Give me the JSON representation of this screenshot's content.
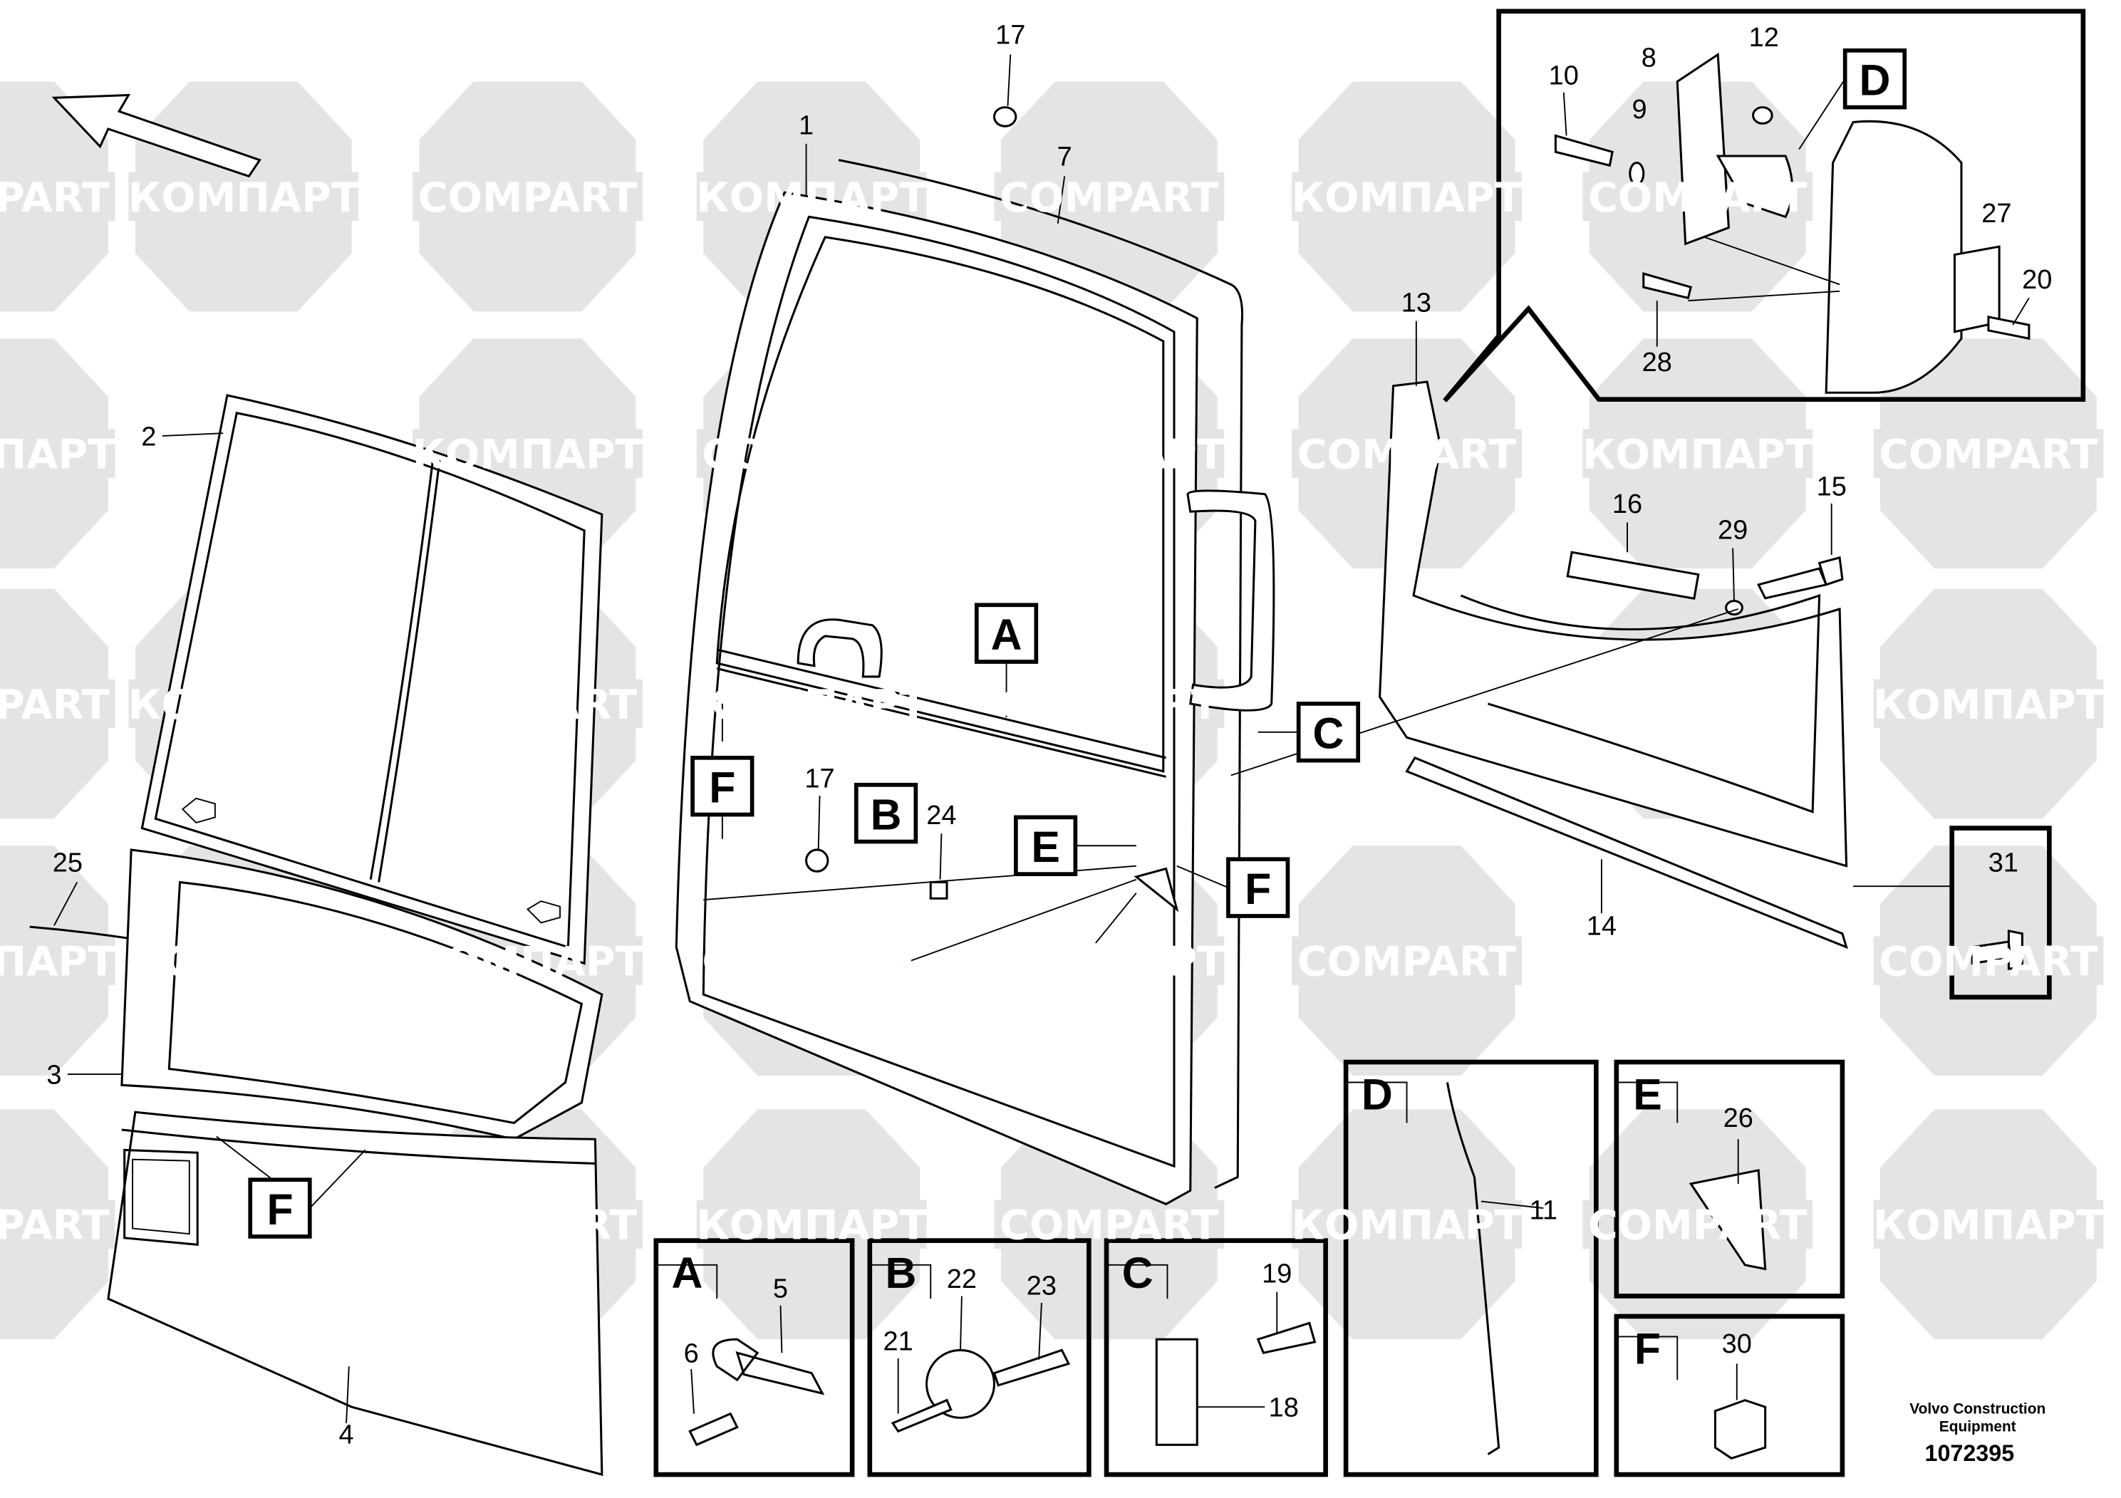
{
  "watermark": {
    "latin": "COMPART",
    "cyrillic": "КОМПАРТ"
  },
  "callouts": {
    "n17a": "17",
    "n1": "1",
    "n7": "7",
    "n8": "8",
    "n12": "12",
    "n10": "10",
    "n9": "9",
    "n27": "27",
    "n20": "20",
    "n28": "28",
    "n13": "13",
    "n2": "2",
    "n16": "16",
    "n29": "29",
    "n15": "15",
    "n17b": "17",
    "n24": "24",
    "n25": "25",
    "n3": "3",
    "n4": "4",
    "n14": "14",
    "n31": "31",
    "n11": "11",
    "n26": "26",
    "n30": "30",
    "n5": "5",
    "n6": "6",
    "n22": "22",
    "n23": "23",
    "n21": "21",
    "n19": "19",
    "n18": "18"
  },
  "view_labels": {
    "A": "A",
    "B": "B",
    "C": "C",
    "D": "D",
    "E": "E",
    "F": "F"
  },
  "footer": {
    "company_line1": "Volvo Construction",
    "company_line2": "Equipment",
    "drawing_number": "1072395"
  }
}
